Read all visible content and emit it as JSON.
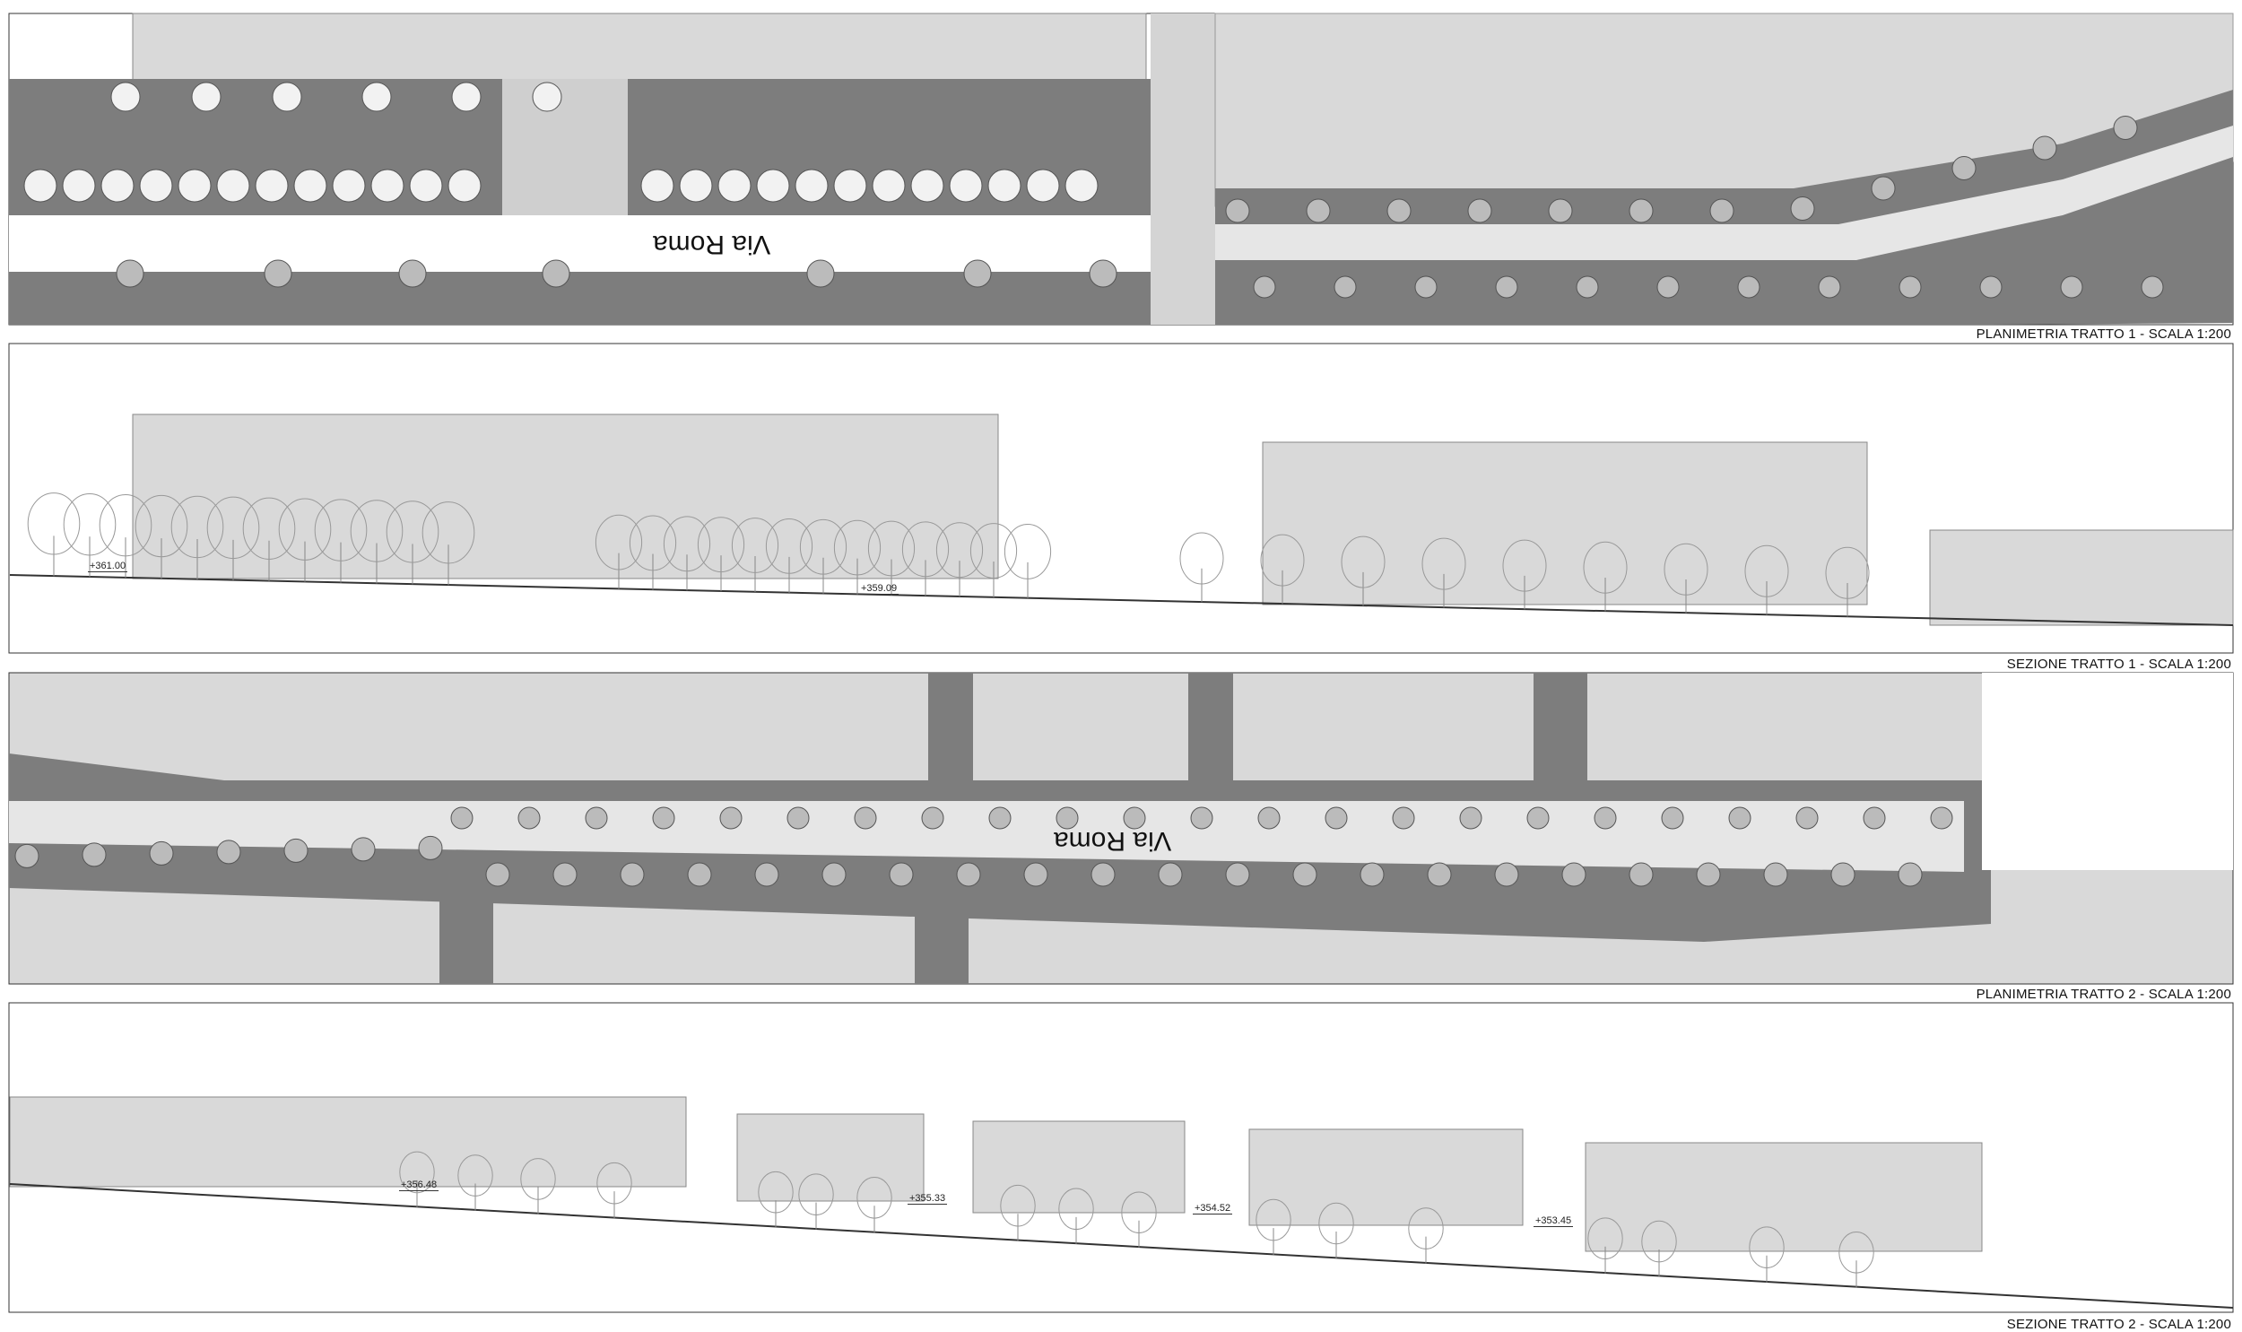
{
  "panels": [
    {
      "label": "PLANIMETRIA  TRATTO 1 -  SCALA 1:200",
      "road_name": "Via Roma"
    },
    {
      "label": "SEZIONE  TRATTO 1 - SCALA 1:200",
      "elevations": [
        "+361.00",
        "+359.09"
      ]
    },
    {
      "label": "PLANIMETRIA  TRATTO 2 -  SCALA 1:200",
      "road_name": "Via Roma"
    },
    {
      "label": "SEZIONE  TRATTO 2 - SCALA 1:200",
      "elevations": [
        "+356.48",
        "+355.33",
        "+354.52",
        "+353.45"
      ]
    }
  ],
  "section_marker": "SEZIONE",
  "colors": {
    "building": "#d9d9d9",
    "sidewalk": "#7d7d7d",
    "paving": "#e6e6e6",
    "line": "#333333"
  }
}
